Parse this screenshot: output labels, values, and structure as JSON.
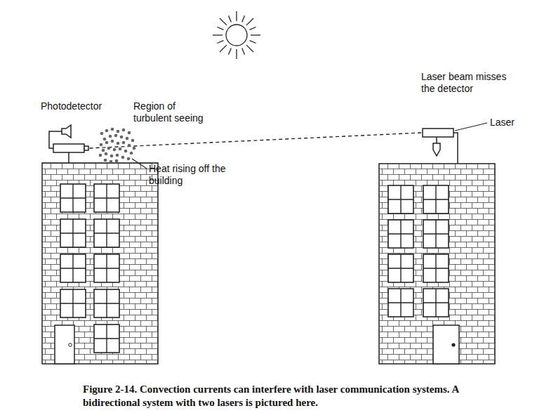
{
  "diagram": {
    "caption": "Figure 2-14. Convection currents can interfere with laser communication systems. A bidirectional system with two lasers is pictured here.",
    "labels": [
      "Photodetector",
      "Region of turbulent seeing",
      "Heat rising off the building",
      "Laser beam misses the detector",
      "Laser"
    ]
  }
}
